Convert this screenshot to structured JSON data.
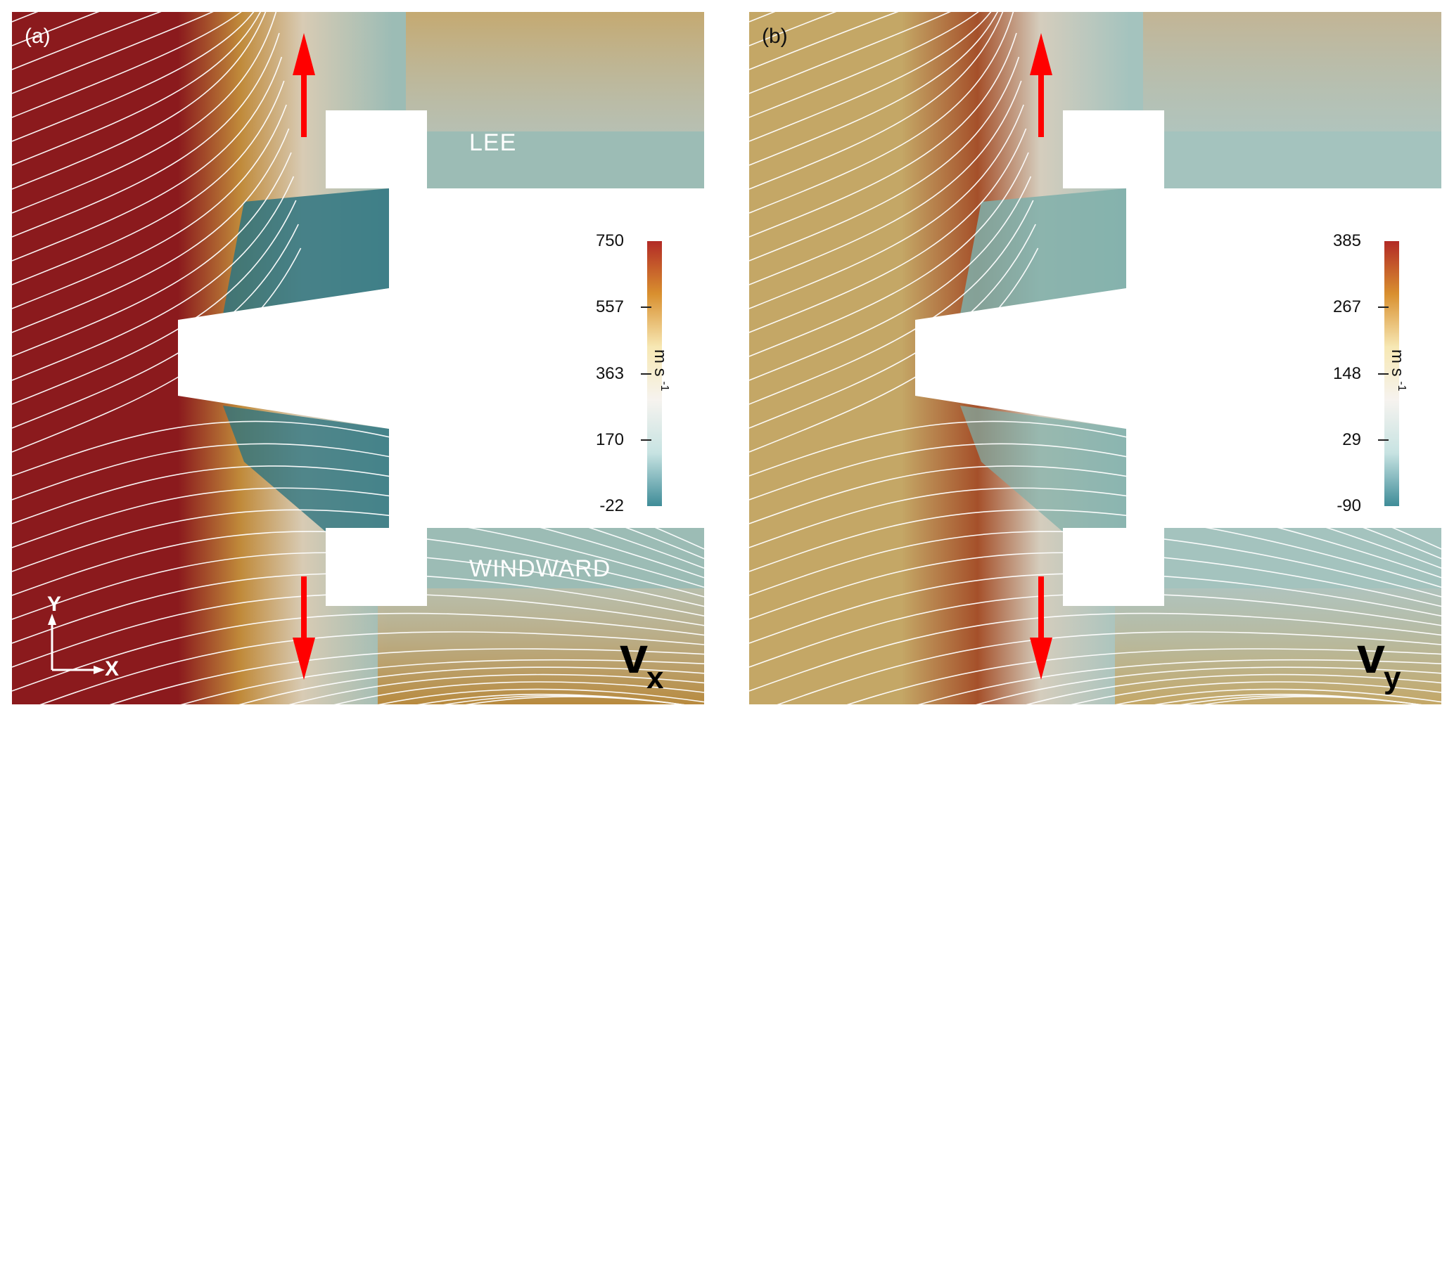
{
  "figure": {
    "panels": [
      {
        "id": "a",
        "label": "(a)",
        "variable": "v",
        "variable_subscript": "x",
        "region_labels": {
          "lee": "LEE",
          "windward": "WINDWARD"
        },
        "axis_indicator": {
          "x": "X",
          "y": "Y"
        },
        "colorbar": {
          "unit": "m s",
          "unit_exponent": "-1",
          "min": -22,
          "max": 750,
          "ticks": [
            "750",
            "557",
            "363",
            "170",
            "-22"
          ],
          "colors": [
            "#b22a26",
            "#d9902f",
            "#f7e8b4",
            "#f6f3ef",
            "#c7e3e2",
            "#3f8c98"
          ]
        },
        "field_colors": {
          "upstream": "#8b1a1d",
          "transition": "#c08a3a",
          "shear_layer": "#d8cbb4",
          "cavity": "#2e7480",
          "lee_region": "#9cbcb5",
          "downstream": "#b88a3e"
        }
      },
      {
        "id": "b",
        "label": "(b)",
        "variable": "v",
        "variable_subscript": "y",
        "colorbar": {
          "unit": "m s",
          "unit_exponent": "-1",
          "min": -90,
          "max": 385,
          "ticks": [
            "385",
            "267",
            "148",
            "29",
            "-90"
          ],
          "colors": [
            "#b22a26",
            "#d9902f",
            "#f7e8b4",
            "#f6f3ef",
            "#c7e3e2",
            "#3f8c98"
          ]
        },
        "field_colors": {
          "upstream": "#c4a766",
          "transition": "#a5502a",
          "shear_layer": "#d5cdbd",
          "cavity": "#7fafaa",
          "lee_region": "#a4c3be",
          "downstream": "#c4a766"
        }
      }
    ],
    "arrows": {
      "color": "#ff0000",
      "directions": [
        "up",
        "down"
      ]
    },
    "streamline_color": "#ffffff"
  }
}
